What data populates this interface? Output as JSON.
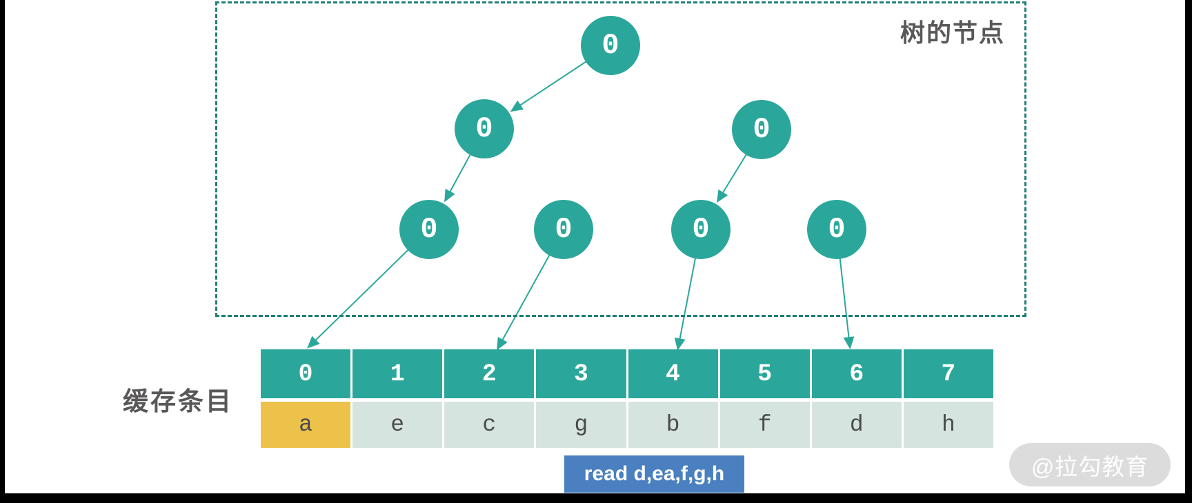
{
  "tree_box": {
    "label": "树的节点"
  },
  "tree": {
    "nodes": [
      {
        "label": "0"
      },
      {
        "label": "0"
      },
      {
        "label": "0"
      },
      {
        "label": "0"
      },
      {
        "label": "0"
      },
      {
        "label": "0"
      },
      {
        "label": "0"
      }
    ]
  },
  "cache": {
    "label": "缓存条目",
    "indices": [
      "0",
      "1",
      "2",
      "3",
      "4",
      "5",
      "6",
      "7"
    ],
    "entries": [
      "a",
      "e",
      "c",
      "g",
      "b",
      "f",
      "d",
      "h"
    ],
    "highlight_index": 0
  },
  "read_badge": {
    "text": "read d,ea,f,g,h"
  },
  "watermark": {
    "text": "@拉勾教育"
  },
  "colors": {
    "teal": "#2aa79a",
    "teal_dark": "#1e7e76",
    "cell_light": "#d6e4e0",
    "highlight_yellow": "#edc24b",
    "badge_blue": "#4a80c0",
    "text_gray": "#595757",
    "watermark_bg": "#dcdcdc"
  }
}
